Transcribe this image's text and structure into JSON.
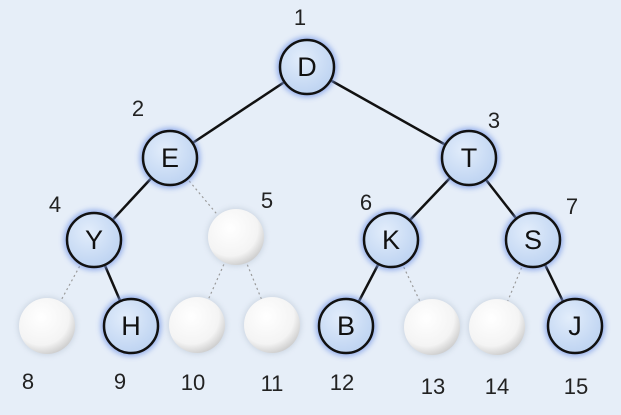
{
  "tree": {
    "nodes": [
      {
        "index": "1",
        "letter": "D",
        "filled": true
      },
      {
        "index": "2",
        "letter": "E",
        "filled": true
      },
      {
        "index": "3",
        "letter": "T",
        "filled": true
      },
      {
        "index": "4",
        "letter": "Y",
        "filled": true
      },
      {
        "index": "5",
        "letter": "",
        "filled": false
      },
      {
        "index": "6",
        "letter": "K",
        "filled": true
      },
      {
        "index": "7",
        "letter": "S",
        "filled": true
      },
      {
        "index": "8",
        "letter": "",
        "filled": false
      },
      {
        "index": "9",
        "letter": "H",
        "filled": true
      },
      {
        "index": "10",
        "letter": "",
        "filled": false
      },
      {
        "index": "11",
        "letter": "",
        "filled": false
      },
      {
        "index": "12",
        "letter": "B",
        "filled": true
      },
      {
        "index": "13",
        "letter": "",
        "filled": false
      },
      {
        "index": "14",
        "letter": "",
        "filled": false
      },
      {
        "index": "15",
        "letter": "J",
        "filled": true
      }
    ],
    "colors": {
      "filled_node": "#cfe0f7",
      "empty_node": "#ffffff",
      "outline": "#111111",
      "glow": "#7f9ee8",
      "edge": "#111111",
      "dotted_edge": "#9a9a9a"
    }
  }
}
